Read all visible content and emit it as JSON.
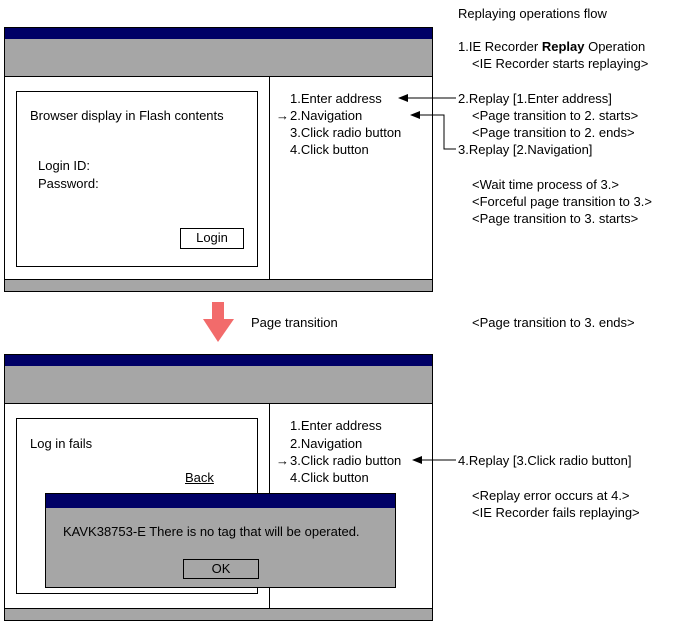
{
  "flow_title": "Replaying operations flow",
  "step1": {
    "prefix": "1.IE Recorder ",
    "bold": "Replay",
    "suffix": " Operation",
    "note": "<IE Recorder starts replaying>"
  },
  "step2": {
    "label": "2.Replay [1.Enter address]",
    "notes": [
      "<Page transition to 2. starts>",
      "<Page transition to 2. ends>"
    ]
  },
  "step3": {
    "label": "3.Replay [2.Navigation]",
    "notes": [
      "<Wait time process of 3.>",
      "<Forceful page transition to 3.>",
      "<Page transition to 3. starts>"
    ]
  },
  "transition": {
    "label": "Page transition",
    "note": "<Page transition to 3. ends>"
  },
  "step4": {
    "label": "4.Replay [3.Click radio button]",
    "notes": [
      "<Replay error occurs at 4.>",
      "<IE Recorder fails replaying>"
    ]
  },
  "window1": {
    "content_title": "Browser display in Flash contents",
    "login_id_label": "Login ID:",
    "password_label": "Password:",
    "login_button": "Login",
    "ops": [
      "1.Enter address",
      "2.Navigation",
      "3.Click radio button",
      "4.Click button"
    ],
    "current_marker": "→",
    "current_index": 1
  },
  "window2": {
    "content_title": "Log in fails",
    "back_link": "Back",
    "ops": [
      "1.Enter address",
      "2.Navigation",
      "3.Click radio button",
      "4.Click button"
    ],
    "current_marker": "→",
    "current_index": 2
  },
  "dialog": {
    "message": "KAVK38753-E There is no tag that will be operated.",
    "ok_label": "OK"
  },
  "colors": {
    "titlebar": "#000066",
    "chrome_gray": "#a6a6a6",
    "transition_arrow": "#f26b6b"
  }
}
